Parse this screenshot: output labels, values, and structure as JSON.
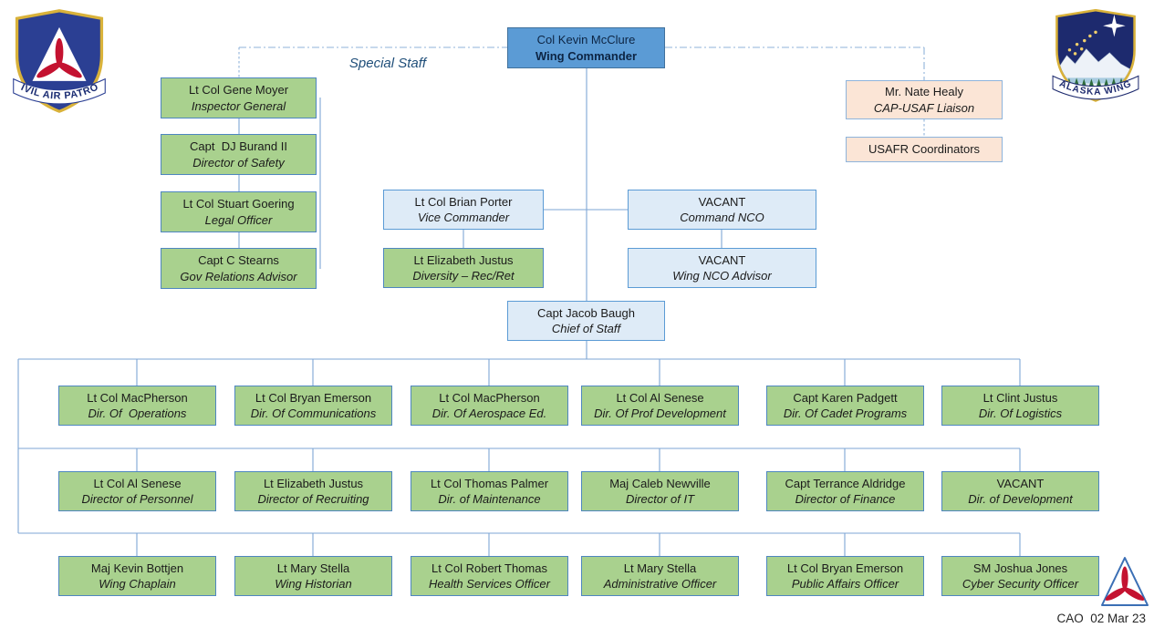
{
  "meta": {
    "special_staff_label": "Special Staff",
    "footer": "CAO  02 Mar 23"
  },
  "logos": {
    "cap_banner": "CIVIL AIR PATROL",
    "alaska_banner": "ALASKA WING"
  },
  "colors": {
    "commander_fill": "#5B9BD5",
    "staff_fill": "#A9D18E",
    "deputy_fill": "#DEEBF7",
    "liaison_fill": "#FBE5D6",
    "connector_line": "#7EA6D4"
  },
  "org": {
    "commander": {
      "name": "Col Kevin McClure",
      "title": "Wing Commander"
    },
    "special_staff": [
      {
        "name": "Lt Col Gene Moyer",
        "title": "Inspector General"
      },
      {
        "name": "Capt  DJ Burand II",
        "title": "Director of Safety"
      },
      {
        "name": "Lt Col Stuart Goering",
        "title": "Legal Officer"
      },
      {
        "name": "Capt C Stearns",
        "title": "Gov Relations Advisor"
      }
    ],
    "liaison": {
      "name": "Mr. Nate Healy",
      "title": "CAP-USAF Liaison"
    },
    "usafr": {
      "label": "USAFR Coordinators"
    },
    "vice_commander": {
      "name": "Lt Col Brian Porter",
      "title": "Vice Commander"
    },
    "diversity": {
      "name": "Lt Elizabeth Justus",
      "title": "Diversity – Rec/Ret"
    },
    "command_nco": {
      "name": "VACANT",
      "title": "Command NCO"
    },
    "wing_nco_advisor": {
      "name": "VACANT",
      "title": "Wing NCO Advisor"
    },
    "chief_of_staff": {
      "name": "Capt Jacob Baugh",
      "title": "Chief of Staff"
    },
    "row1": [
      {
        "name": "Lt Col MacPherson",
        "title": "Dir. Of  Operations"
      },
      {
        "name": "Lt Col Bryan Emerson",
        "title": "Dir. Of Communications"
      },
      {
        "name": "Lt Col MacPherson",
        "title": "Dir. Of Aerospace Ed."
      },
      {
        "name": "Lt Col Al Senese",
        "title": "Dir. Of Prof Development"
      },
      {
        "name": "Capt Karen Padgett",
        "title": "Dir. Of Cadet Programs"
      },
      {
        "name": "Lt Clint Justus",
        "title": "Dir. Of Logistics"
      }
    ],
    "row2": [
      {
        "name": "Lt Col Al Senese",
        "title": "Director of Personnel"
      },
      {
        "name": "Lt Elizabeth Justus",
        "title": "Director of Recruiting"
      },
      {
        "name": "Lt Col Thomas Palmer",
        "title": "Dir. of Maintenance"
      },
      {
        "name": "Maj Caleb Newville",
        "title": "Director of IT"
      },
      {
        "name": "Capt Terrance Aldridge",
        "title": "Director of Finance"
      },
      {
        "name": "VACANT",
        "title": "Dir. of Development"
      }
    ],
    "row3": [
      {
        "name": "Maj Kevin Bottjen",
        "title": "Wing Chaplain"
      },
      {
        "name": "Lt Mary Stella",
        "title": "Wing Historian"
      },
      {
        "name": "Lt Col Robert Thomas",
        "title": "Health Services Officer"
      },
      {
        "name": "Lt Mary Stella",
        "title": "Administrative Officer"
      },
      {
        "name": "Lt Col Bryan Emerson",
        "title": "Public Affairs Officer"
      },
      {
        "name": "SM Joshua Jones",
        "title": "Cyber Security Officer"
      }
    ]
  }
}
